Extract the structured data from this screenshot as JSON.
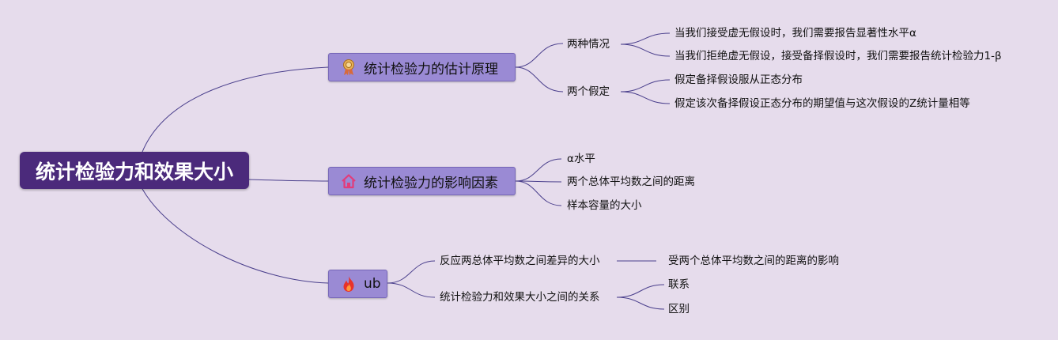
{
  "root": {
    "label": "统计检验力和效果大小"
  },
  "branches": [
    {
      "label": "统计检验力的估计原理",
      "icon": "award-badge-icon",
      "children": [
        {
          "label": "两种情况",
          "children": [
            {
              "label": "当我们接受虚无假设时，我们需要报告显著性水平α"
            },
            {
              "label": "当我们拒绝虚无假设，接受备择假设时，我们需要报告统计检验力1-β"
            }
          ]
        },
        {
          "label": "两个假定",
          "children": [
            {
              "label": "假定备择假设服从正态分布"
            },
            {
              "label": "假定该次备择假设正态分布的期望值与这次假设的Z统计量相等"
            }
          ]
        }
      ]
    },
    {
      "label": "统计检验力的影响因素",
      "icon": "home-icon",
      "children": [
        {
          "label": "α水平"
        },
        {
          "label": "两个总体平均数之间的距离"
        },
        {
          "label": "样本容量的大小"
        }
      ]
    },
    {
      "label": "ub",
      "icon": "fire-icon",
      "children": [
        {
          "label": "反应两总体平均数之间差异的大小",
          "children": [
            {
              "label": "受两个总体平均数之间的距离的影响"
            }
          ]
        },
        {
          "label": "统计检验力和效果大小之间的关系",
          "children": [
            {
              "label": "联系"
            },
            {
              "label": "区别"
            }
          ]
        }
      ]
    }
  ],
  "colors": {
    "background": "#e6dcec",
    "root": "#4b2a7b",
    "branch": "#9a8ad4",
    "line": "#4a3f8c"
  }
}
